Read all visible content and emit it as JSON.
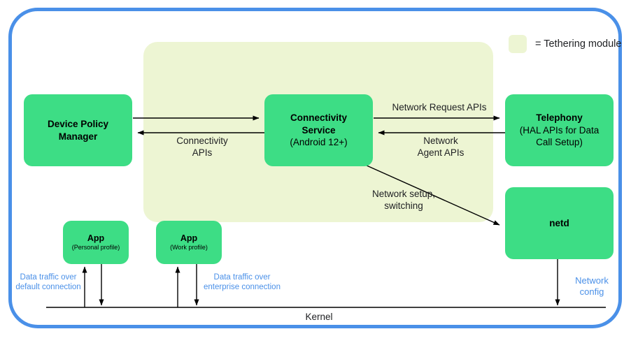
{
  "diagram": {
    "legend": {
      "swatch_color": "#edf5d3",
      "label": "= Tethering module"
    },
    "frame_color": "#4a90e8",
    "node_color": "#3ddd85",
    "nodes": {
      "device_policy_manager": {
        "title": "Device Policy",
        "title2": "Manager"
      },
      "connectivity_service": {
        "title": "Connectivity",
        "title2": "Service",
        "sub": "(Android 12+)"
      },
      "telephony": {
        "title": "Telephony",
        "sub": "(HAL APIs for Data",
        "sub2": "Call Setup)"
      },
      "netd": {
        "title": "netd"
      },
      "app_personal": {
        "title": "App",
        "sub": "(Personal profile)"
      },
      "app_work": {
        "title": "App",
        "sub": "(Work profile)"
      }
    },
    "edge_labels": {
      "connectivity_apis": "Connectivity",
      "connectivity_apis2": "APIs",
      "network_request_apis": "Network Request APIs",
      "network_agent_apis": "Network",
      "network_agent_apis2": "Agent APIs",
      "network_setup": "Network setup,",
      "network_setup2": "switching",
      "data_traffic_default": "Data traffic over",
      "data_traffic_default2": "default connection",
      "data_traffic_enterprise": "Data traffic over",
      "data_traffic_enterprise2": "enterprise connection",
      "network_config": "Network",
      "network_config2": "config",
      "kernel": "Kernel"
    }
  }
}
